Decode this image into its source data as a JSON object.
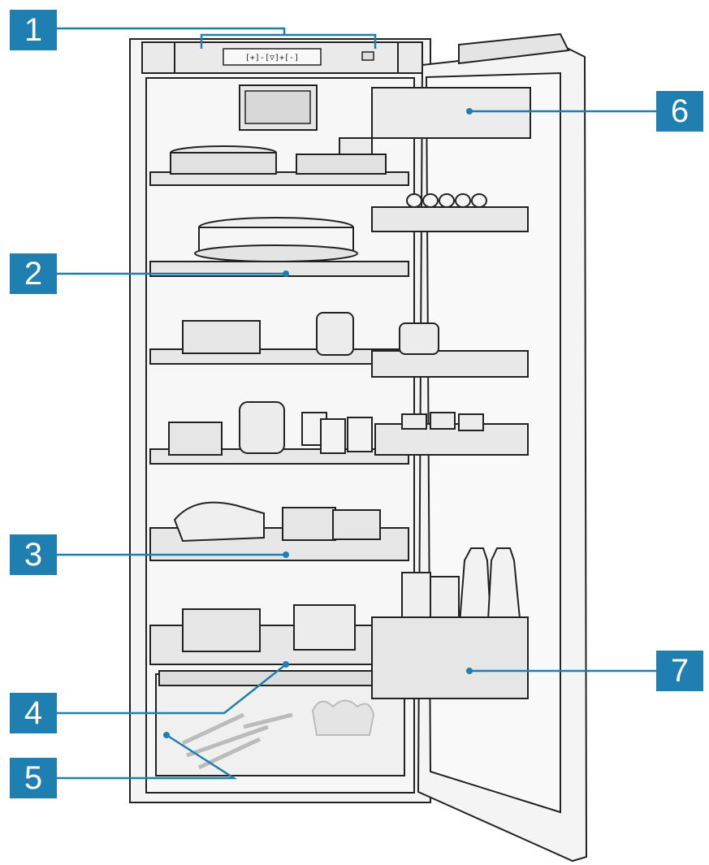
{
  "callouts": [
    {
      "number": "1",
      "target": "control panel"
    },
    {
      "number": "2",
      "target": "glass shelf"
    },
    {
      "number": "3",
      "target": "glass shelf"
    },
    {
      "number": "4",
      "target": "divider shelf"
    },
    {
      "number": "5",
      "target": "vegetable drawer"
    },
    {
      "number": "6",
      "target": "door compartment"
    },
    {
      "number": "7",
      "target": "bottle shelf"
    }
  ],
  "control_panel": {
    "display": "[+]-[▽]+[-]"
  },
  "colors": {
    "callout": "#1f7fb0",
    "line": "#222222",
    "fill": "#f1f1f1",
    "shade": "#d9d9d9"
  }
}
